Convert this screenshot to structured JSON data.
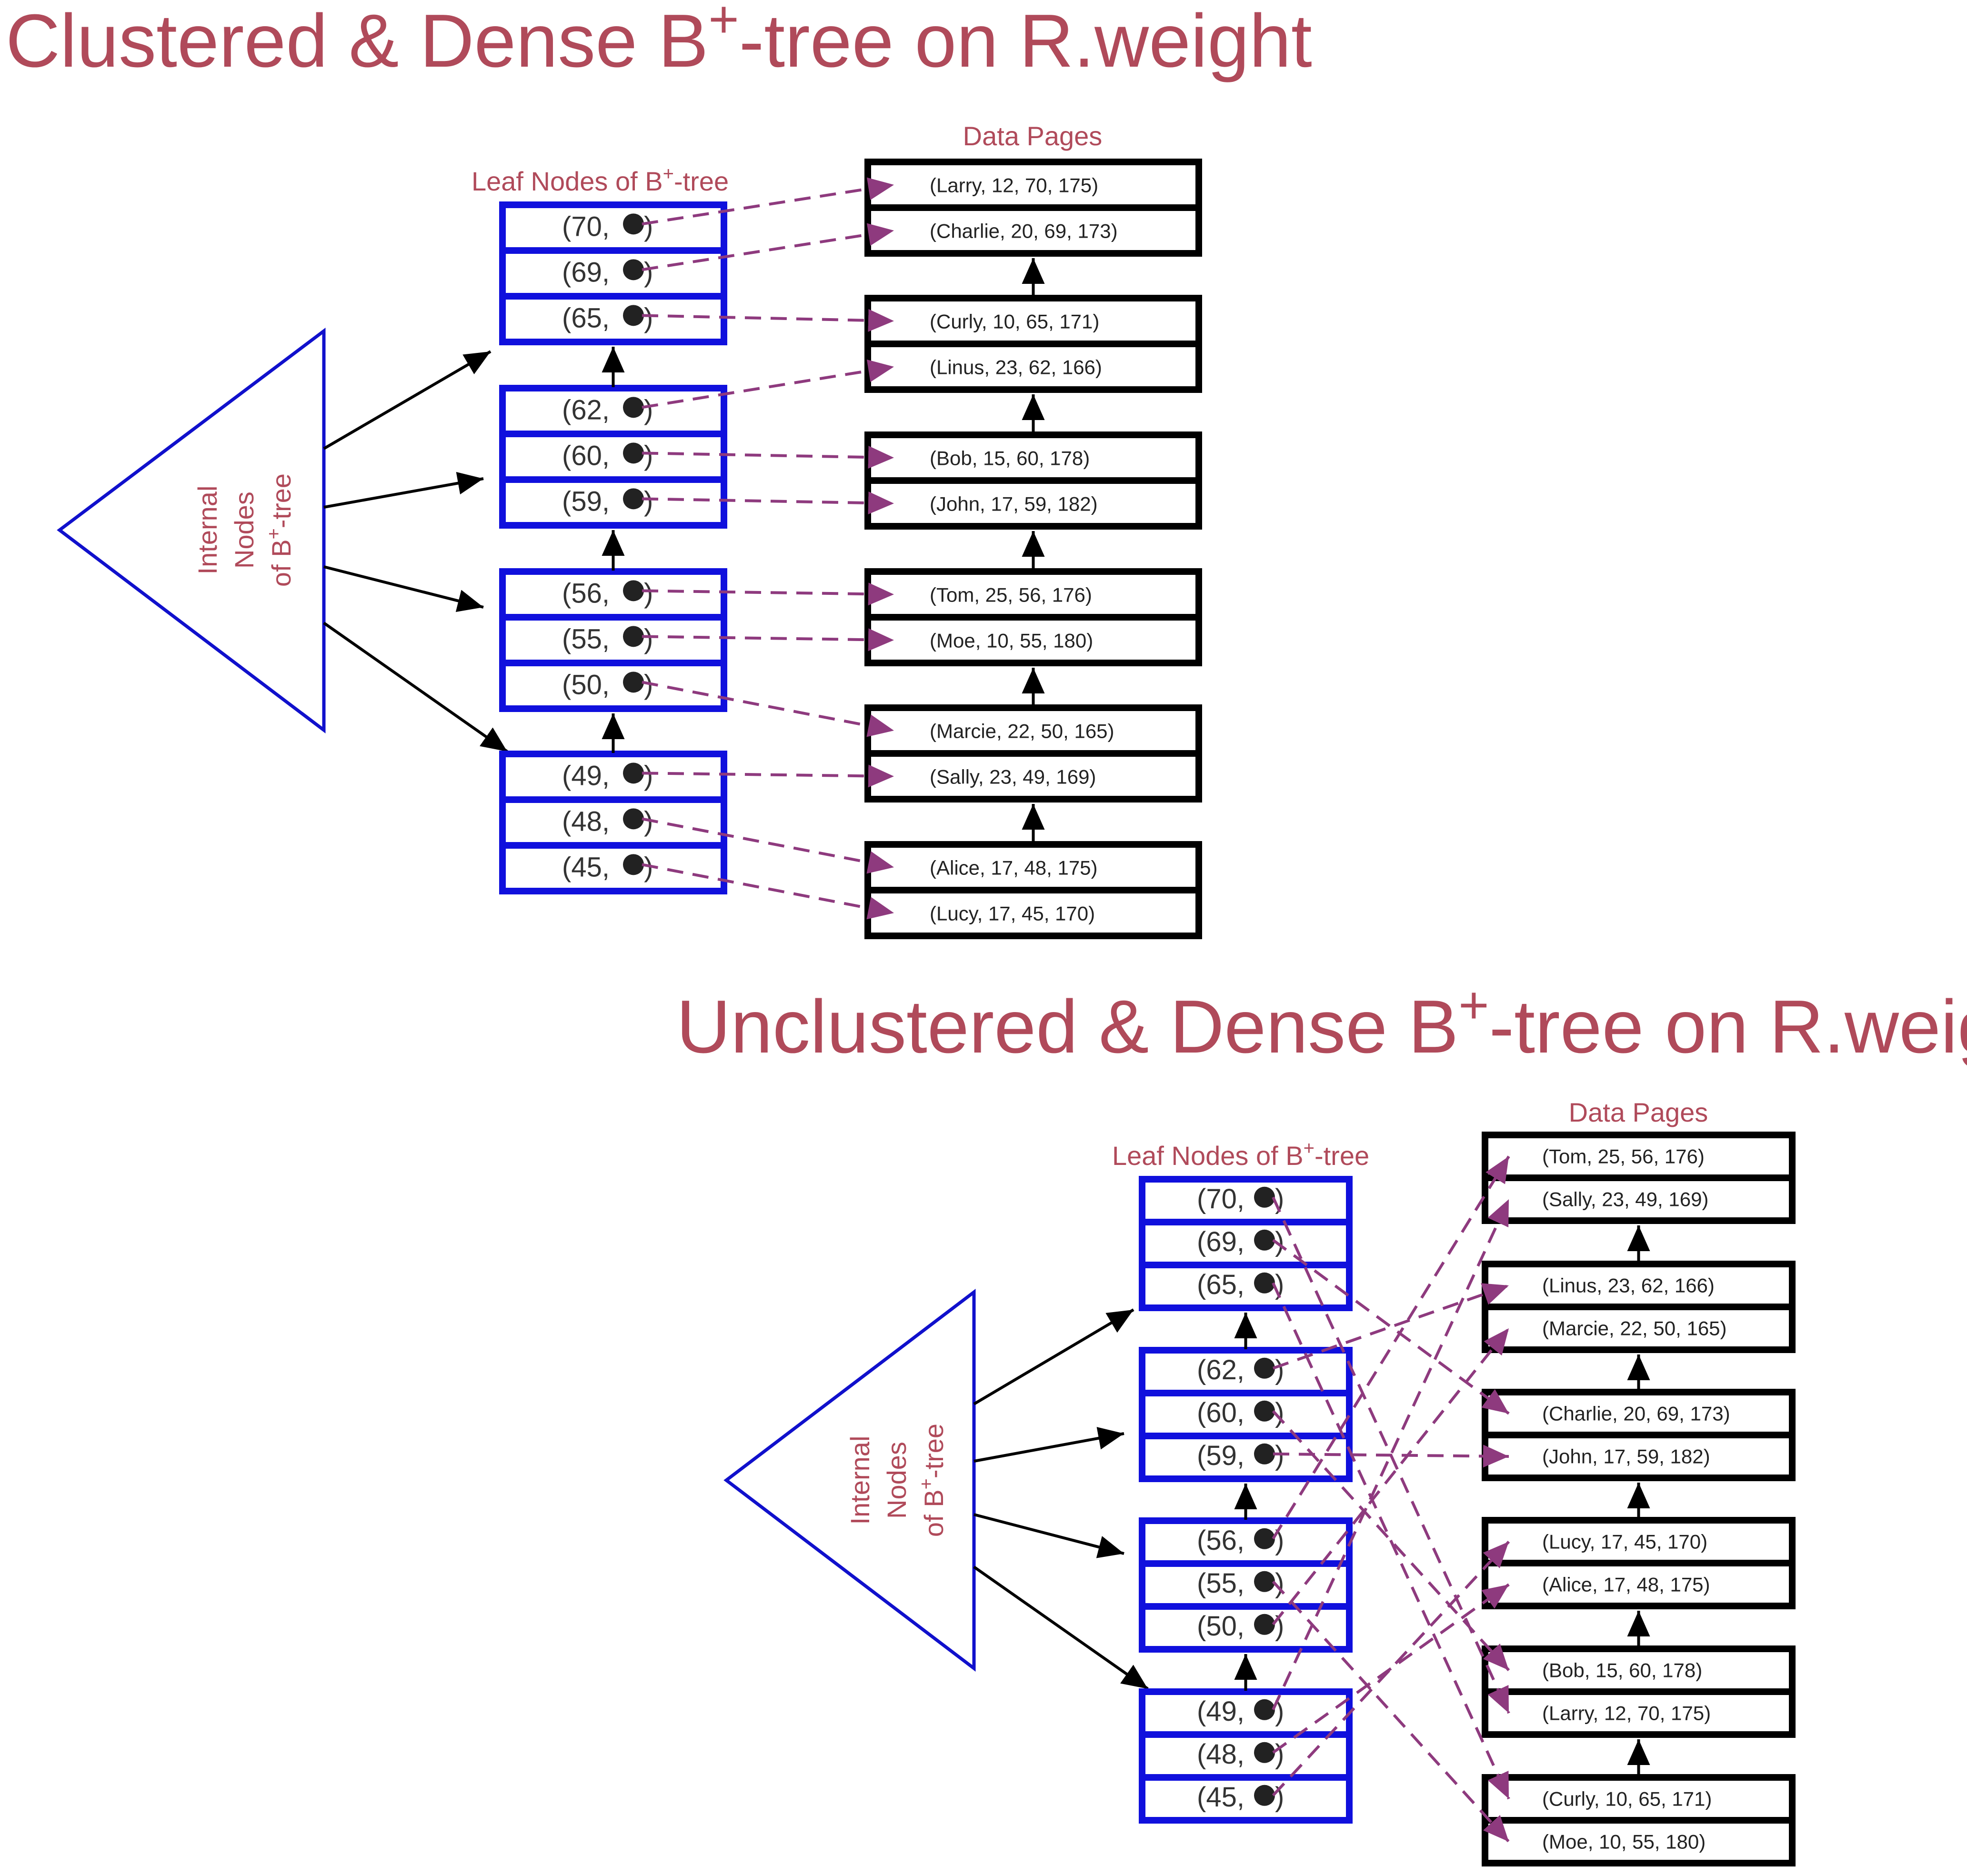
{
  "clustered": {
    "title": "Clustered & Dense B",
    "title_sup": "+",
    "title_tail": "-tree on R.weight",
    "leaf_caption": "Leaf Nodes of B",
    "leaf_caption_sup": "+",
    "leaf_caption_tail": "-tree",
    "data_caption": "Data Pages",
    "internal_label": [
      "Internal",
      "Nodes",
      "of B"
    ],
    "internal_label_sup": "+",
    "internal_label_tail": "-tree",
    "leaves": [
      [
        "(70, ",
        "(69, ",
        "(65, "
      ],
      [
        "(62, ",
        "(60, ",
        "(59, "
      ],
      [
        "(56, ",
        "(55, ",
        "(50, "
      ],
      [
        "(49, ",
        "(48, ",
        "(45, "
      ]
    ],
    "leaf_close": ")",
    "pages": [
      [
        "(Larry, 12, 70, 175)",
        "(Charlie, 20, 69, 173)"
      ],
      [
        "(Curly, 10, 65, 171)",
        "(Linus, 23, 62, 166)"
      ],
      [
        "(Bob, 15, 60, 178)",
        "(John, 17, 59, 182)"
      ],
      [
        "(Tom, 25, 56, 176)",
        "(Moe, 10, 55, 180)"
      ],
      [
        "(Marcie, 22, 50, 165)",
        "(Sally, 23, 49, 169)"
      ],
      [
        "(Alice, 17, 48, 175)",
        "(Lucy, 17, 45, 170)"
      ]
    ]
  },
  "unclustered": {
    "title": "Unclustered & Dense B",
    "title_sup": "+",
    "title_tail": "-tree on R.weight",
    "leaf_caption": "Leaf Nodes of B",
    "leaf_caption_sup": "+",
    "leaf_caption_tail": "-tree",
    "data_caption": "Data Pages",
    "internal_label": [
      "Internal",
      "Nodes",
      "of B"
    ],
    "internal_label_sup": "+",
    "internal_label_tail": "-tree",
    "leaves": [
      [
        "(70, ",
        "(69, ",
        "(65, "
      ],
      [
        "(62, ",
        "(60, ",
        "(59, "
      ],
      [
        "(56, ",
        "(55, ",
        "(50, "
      ],
      [
        "(49, ",
        "(48, ",
        "(45, "
      ]
    ],
    "leaf_close": ")",
    "pages": [
      [
        "(Tom, 25, 56, 176)",
        "(Sally, 23, 49, 169)"
      ],
      [
        "(Linus, 23, 62, 166)",
        "(Marcie, 22, 50, 165)"
      ],
      [
        "(Charlie, 20, 69, 173)",
        "(John, 17, 59, 182)"
      ],
      [
        "(Lucy, 17, 45, 170)",
        "(Alice, 17, 48, 175)"
      ],
      [
        "(Bob, 15, 60, 178)",
        "(Larry, 12, 70, 175)"
      ],
      [
        "(Curly, 10, 65, 171)",
        "(Moe, 10, 55, 180)"
      ]
    ]
  },
  "colors": {
    "title": "#b04a5a",
    "leaf_border": "#1010dd",
    "triangle": "#1010cc",
    "pointer_arrow": "#8e3a7e",
    "page_border": "#000000"
  }
}
